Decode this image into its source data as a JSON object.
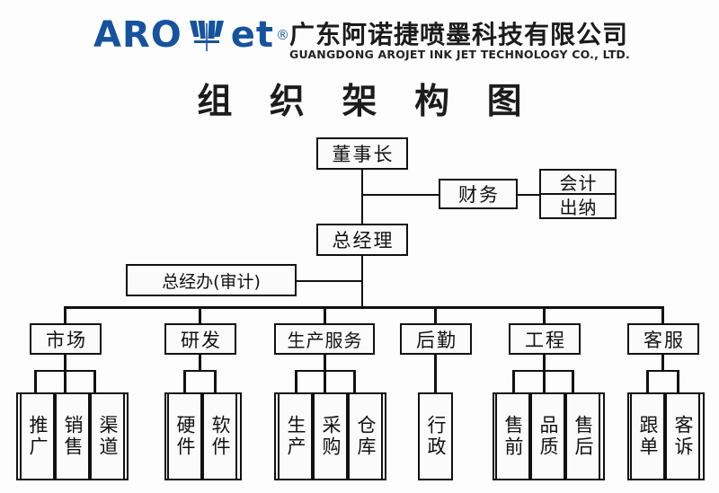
{
  "header": {
    "logo": {
      "text_left": "ARO",
      "text_right": "et",
      "trademark": "®",
      "mark_icon": "wheat-leaf-icon",
      "brand_color": "#16539e"
    },
    "company_name_cn": "广东阿诺捷喷墨科技有限公司",
    "company_name_en": "GUANGDONG AROJET INK JET TECHNOLOGY CO., LTD."
  },
  "chart_title": "组 织 架 构 图",
  "org": {
    "chairman": "董事长",
    "finance": "财务",
    "finance_children": [
      "会计",
      "出纳"
    ],
    "general_manager": "总经理",
    "gm_office": "总经办(审计)",
    "departments": [
      {
        "label": "市场",
        "children": [
          "推广",
          "销售",
          "渠道"
        ]
      },
      {
        "label": "研发",
        "children": [
          "硬件",
          "软件"
        ]
      },
      {
        "label": "生产服务",
        "children": [
          "生产",
          "采购",
          "仓库"
        ]
      },
      {
        "label": "后勤",
        "children": [
          "行政"
        ]
      },
      {
        "label": "工程",
        "children": [
          "售前",
          "品质",
          "售后"
        ]
      },
      {
        "label": "客服",
        "children": [
          "跟单",
          "客诉"
        ]
      }
    ]
  },
  "colors": {
    "line": "#111111",
    "box_fill": "#fbfbfb",
    "page_bg": "#fdfdfd",
    "brand_blue": "#16539e"
  }
}
